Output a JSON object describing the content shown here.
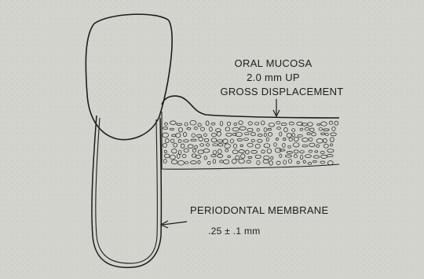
{
  "labels": {
    "oral_mucosa": {
      "line1": "ORAL MUCOSA",
      "line2": "2.0 mm UP",
      "line3": "GROSS DISPLACEMENT"
    },
    "periodontal_membrane": {
      "line1": "PERIODONTAL MEMBRANE",
      "line2": ".25 ± .1 mm"
    }
  },
  "colors": {
    "background": "#d4d4cf",
    "ink": "#1c1c1c"
  }
}
